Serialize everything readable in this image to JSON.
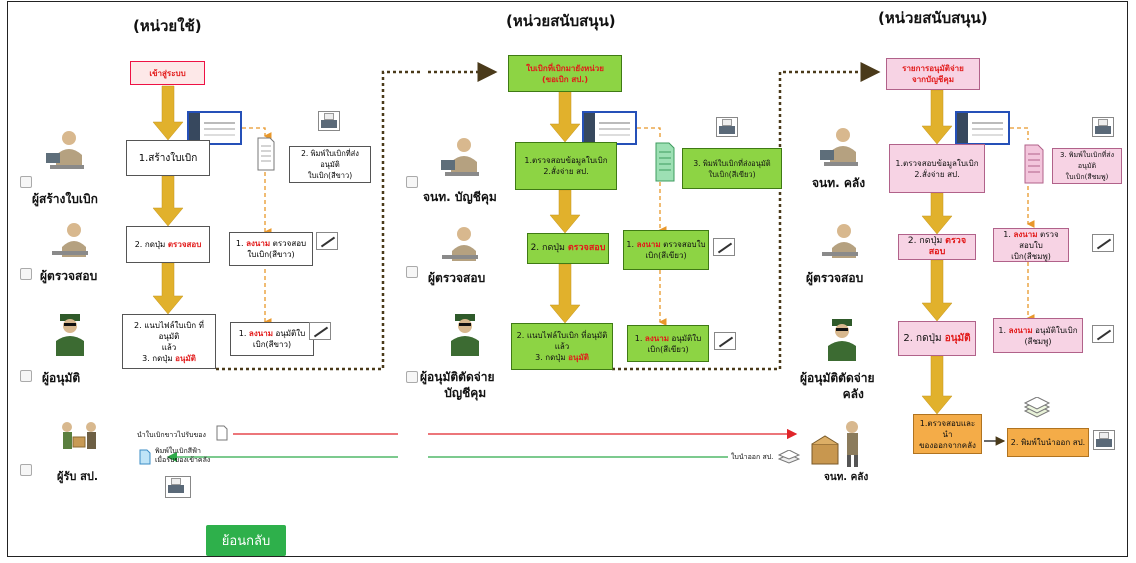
{
  "headers": {
    "col1": "(หน่วยใช้)",
    "col2": "(หน่วยสนับสนุน)",
    "col3": "(หน่วยสนับสนุน)"
  },
  "roles_left": {
    "creator": "ผู้สร้างใบเบิก",
    "inspector": "ผู้ตรวจสอบ",
    "approver": "ผู้อนุมัติ",
    "receiver": "ผู้รับ สป."
  },
  "roles_mid": {
    "officer": "จนท. บัญชีคุม",
    "inspector": "ผู้ตรวจสอบ",
    "approver_line1": "ผู้อนุมัติตัดจ่าย",
    "approver_line2": "บัญชีคุม"
  },
  "roles_right": {
    "officer": "จนท. คลัง",
    "inspector": "ผู้ตรวจสอบ",
    "approver_line1": "ผู้อนุมัติตัดจ่าย",
    "approver_line2": "คลัง",
    "warehouse_officer": "จนท. คลัง"
  },
  "col1": {
    "login": "เข้าสู่ระบบ",
    "create": "1.สร้างใบเบิก",
    "press_prefix": "2. กดปุ่ม ",
    "press_check": "ตรวจสอบ",
    "attach_line1": "2. แนบไฟล์ใบเบิก ที่อนุมัติ",
    "attach_line2": "แล้ว",
    "attach_line3_prefix": "3. กดปุ่ม ",
    "attach_approve": "อนุมัติ",
    "print_line1": "2. พิมพ์ใบเบิกที่ส่งอนุมัติ",
    "print_line2": "ใบเบิก(สีขาว)",
    "sign_prefix": "1. ",
    "sign_word": "ลงนาม",
    "sign_check_rest": " ตรวจสอบ",
    "sign_check_line2": "ใบเบิก(สีขาว)",
    "sign_approve_rest": " อนุมัติใบ",
    "sign_approve_line2": "เบิก(สีขาว)"
  },
  "col2": {
    "incoming_line1": "ใบเบิกที่เบิกมายังหน่วย",
    "incoming_line2": "(ขอเบิก สป.)",
    "verify_line1": "1.ตรวจสอบข้อมูลใบเบิก",
    "verify_line2": "2.สั่งจ่าย สป.",
    "press_prefix": "2. กดปุ่ม ",
    "press_check": "ตรวจสอบ",
    "attach_line1": "2. แนบไฟล์ใบเบิก ที่อนุมัติแล้ว",
    "attach_line2_prefix": "3. กดปุ่ม ",
    "attach_approve": "อนุมัติ",
    "print_line1": "3. พิมพ์ใบเบิกที่ส่งอนุมัติ",
    "print_line2": "ใบเบิก(สีเขียว)",
    "sign_prefix": "1. ",
    "sign_word": "ลงนาม",
    "sign_check_rest": " ตรวจสอบใบ",
    "sign_check_line2": "เบิก(สีเขียว)",
    "sign_approve_rest": " อนุมัติใบ",
    "sign_approve_line2": "เบิก(สีเขียว)"
  },
  "col3": {
    "list_line1": "รายการอนุมัติจ่าย",
    "list_line2": "จากบัญชีคุม",
    "verify_line1": "1.ตรวจสอบข้อมูลใบเบิก",
    "verify_line2": "2.สั่งจ่าย สป.",
    "press_prefix": "2. กดปุ่ม ",
    "press_check": "ตรวจสอบ",
    "press_approve_prefix": "2. กดปุ่ม ",
    "press_approve": "อนุมัติ",
    "print_line1": "3. พิมพ์ใบเบิกที่ส่งอนุมัติ",
    "print_line2": "ใบเบิก(สีชมพู)",
    "sign_prefix": "1. ",
    "sign_word": "ลงนาม",
    "sign_check_rest": " ตรวจสอบใบ",
    "sign_check_line2": "เบิก(สีชมพู)",
    "sign_approve_rest": " อนุมัติใบเบิก",
    "sign_approve_line2": "(สีชมพู)",
    "out_line1": "1.ตรวจสอบและนำ",
    "out_line2": "ของออกจากคลัง",
    "print_out": "2. พิมพ์ใบนำออก สป."
  },
  "bottom": {
    "receive_doc": "นำใบเบิกขาวไปรับของ",
    "print_blue_line1": "พิมพ์ใบเบิกสีฟ้า",
    "print_blue_line2": "เมื่อรับของเข้าคลัง",
    "issue_note": "ใบนำออก สป."
  },
  "back_button": "ย้อนกลับ",
  "colors": {
    "green_box": "#8dd444",
    "pink_box": "#f7d3e4",
    "orange_box": "#f4ac48",
    "arrow_gold": "#e1b12c",
    "red_line": "#e0252a",
    "green_line": "#2eaa4a",
    "back_button": "#2eb04b",
    "highlight_red": "#e21a1a"
  }
}
